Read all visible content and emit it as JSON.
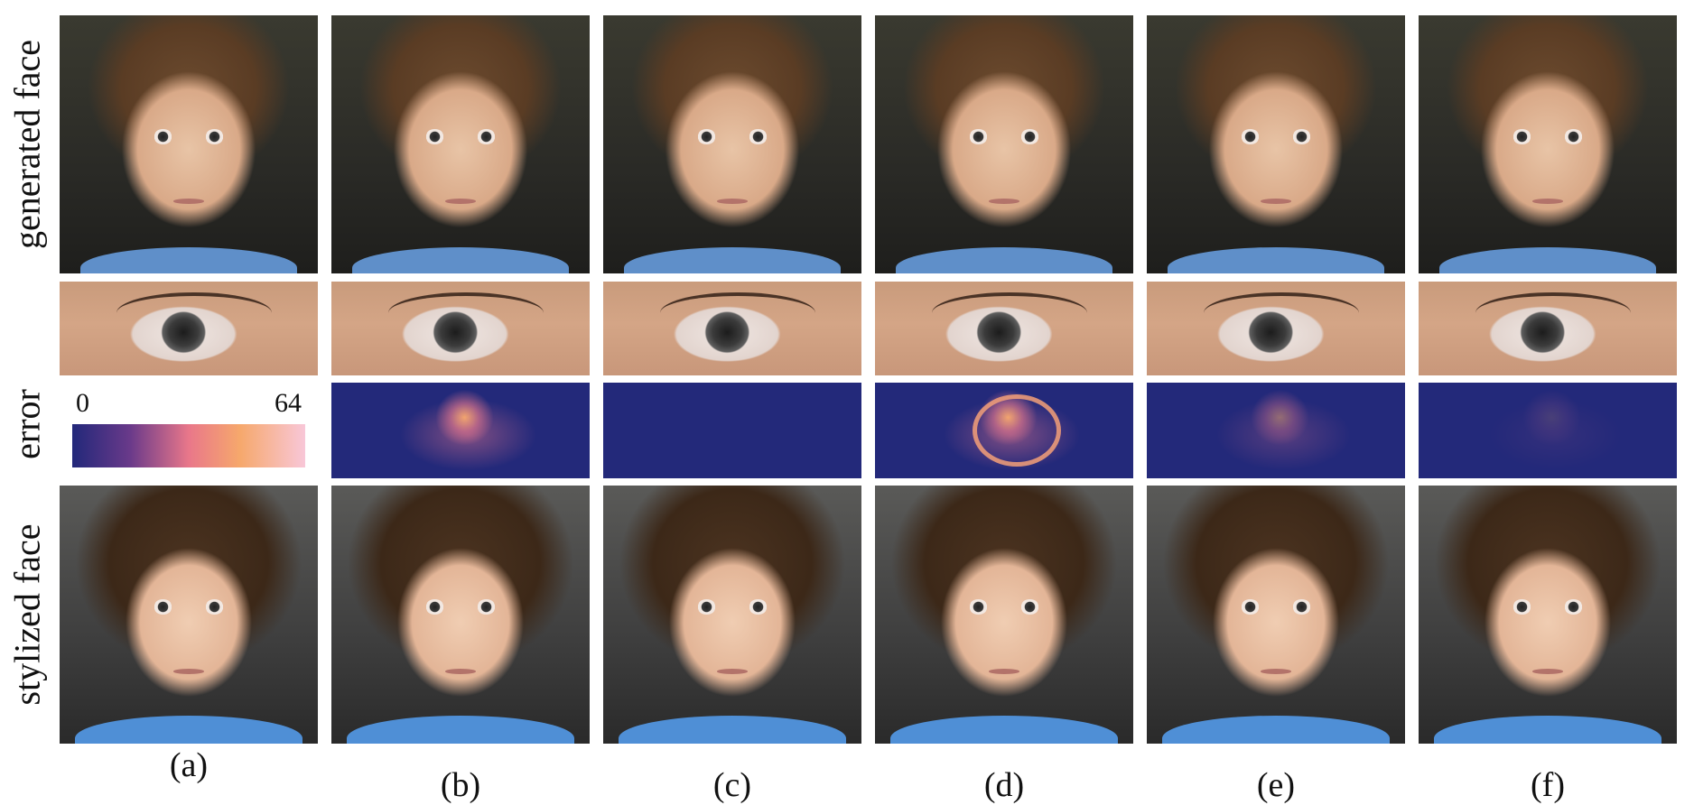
{
  "row_labels": {
    "generated": "generated face",
    "error": "error",
    "stylized": "stylized face"
  },
  "colorbar": {
    "min": "0",
    "max": "64"
  },
  "columns": [
    {
      "label": "(a)",
      "error_level": "legend"
    },
    {
      "label": "(b)",
      "error_level": "high"
    },
    {
      "label": "(c)",
      "error_level": "none"
    },
    {
      "label": "(d)",
      "error_level": "vhigh"
    },
    {
      "label": "(e)",
      "error_level": "mid"
    },
    {
      "label": "(f)",
      "error_level": "low"
    }
  ]
}
